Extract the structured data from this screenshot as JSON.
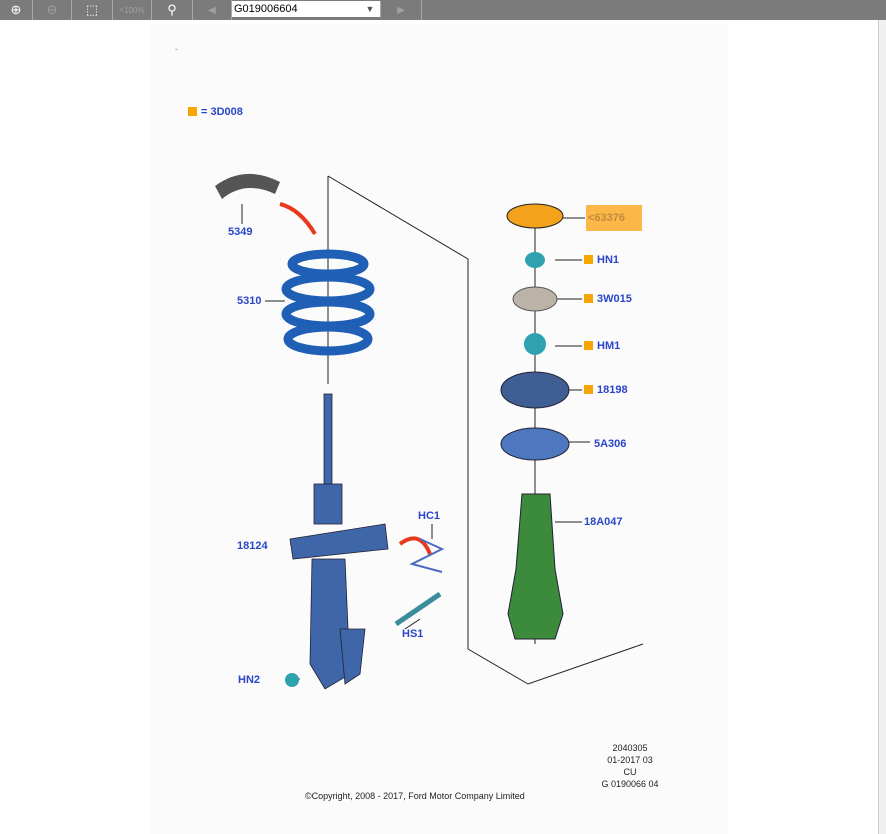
{
  "toolbar": {
    "zoom_in": "zoom-in",
    "zoom_out": "zoom-out",
    "zoom_area": "zoom-area",
    "zoom_100": "100%",
    "search": "search",
    "doc_id": "G019006604"
  },
  "legend": {
    "marker_label": "= 3D008",
    "dash": "-"
  },
  "callouts": {
    "c5349": "5349",
    "c5310": "5310",
    "c18124": "18124",
    "hc1": "HC1",
    "hs1": "HS1",
    "hn2": "HN2",
    "c63376": "<63376",
    "hn1": "HN1",
    "c3w015": "3W015",
    "hm1": "HM1",
    "c18198": "18198",
    "c5a306": "5A306",
    "c18a047": "18A047"
  },
  "footer": {
    "copyright": "©Copyright, 2008 - 2017, Ford Motor Company Limited",
    "line1": "2040305",
    "line2": "01-2017 03",
    "line3": "CU",
    "line4": "G 0190066 04"
  },
  "colors": {
    "accent": "#f7a600",
    "label": "#2b45c8"
  }
}
